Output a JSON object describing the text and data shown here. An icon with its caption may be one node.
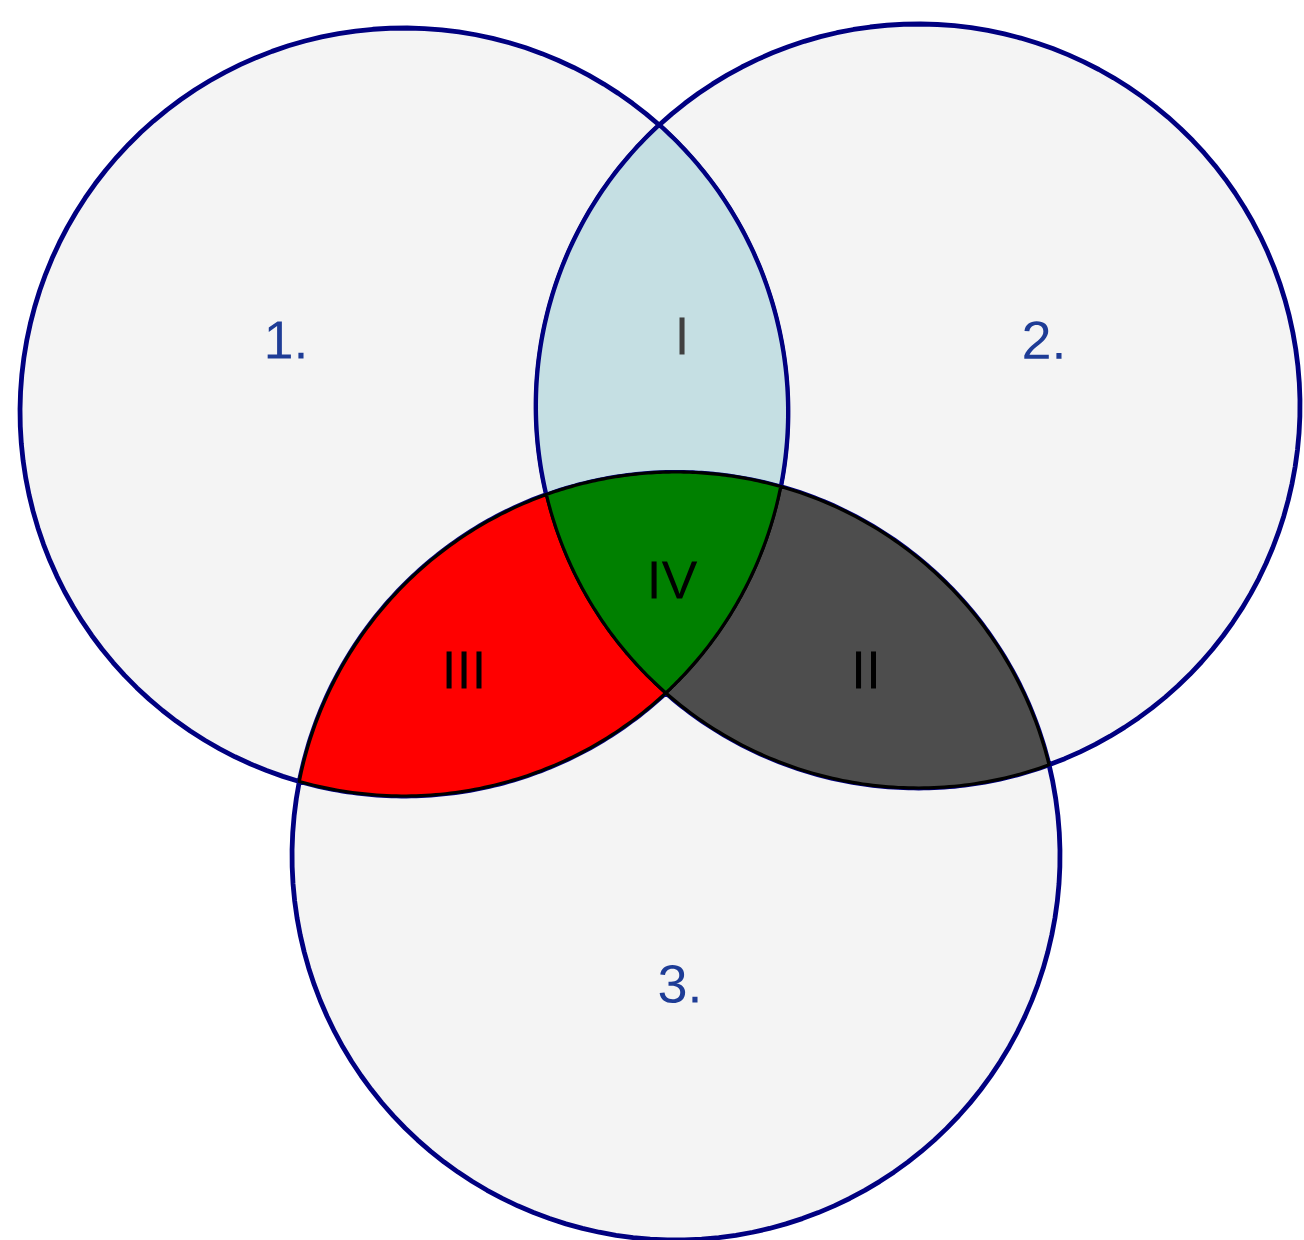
{
  "diagram": {
    "nodes": [
      {
        "text": [
          "1."
        ]
      },
      {
        "text": [
          "2."
        ]
      },
      {
        "text": [
          "3."
        ]
      },
      {
        "text": [
          "I"
        ]
      },
      {
        "text": [
          "IV"
        ]
      },
      {
        "text": [
          "III"
        ]
      },
      {
        "text": [
          "II"
        ]
      }
    ]
  }
}
